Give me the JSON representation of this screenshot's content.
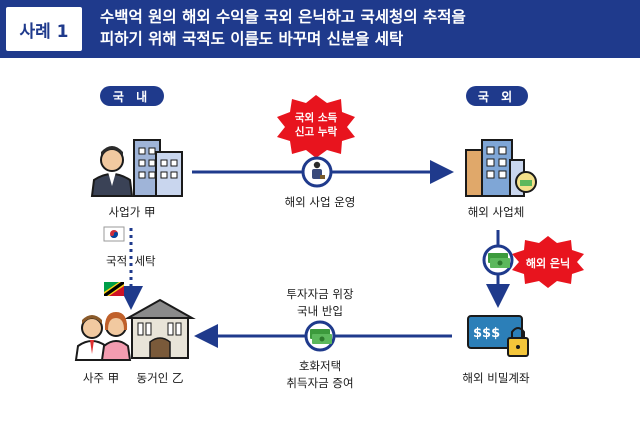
{
  "header": {
    "case_label": "사례 1",
    "title_line1": "수백억 원의 해외 수익을 국외 은닉하고 국세청의 추적을",
    "title_line2": "피하기 위해 국적도 이름도 바꾸며 신분을 세탁"
  },
  "sections": {
    "domestic": "국 내",
    "overseas": "국 외"
  },
  "nodes": {
    "business_owner": "사업가 甲",
    "overseas_company": "해외 사업체",
    "secret_account": "해외 비밀계좌",
    "owner": "사주 甲",
    "cohabitant": "동거인 乙"
  },
  "flows": {
    "overseas_operation": "해외 사업 운영",
    "nationality_laundering": "국적  세탁",
    "investment_line1": "투자자금 위장",
    "investment_line2": "국내 반입",
    "luxury_line1": "호화저택",
    "luxury_line2": "취득자금 증여"
  },
  "callouts": {
    "unreported_line1": "국외 소득",
    "unreported_line2": "신고 누락",
    "concealment": "해외 은닉"
  },
  "colors": {
    "navy": "#1f3a8c",
    "burst_red": "#e8141e"
  }
}
